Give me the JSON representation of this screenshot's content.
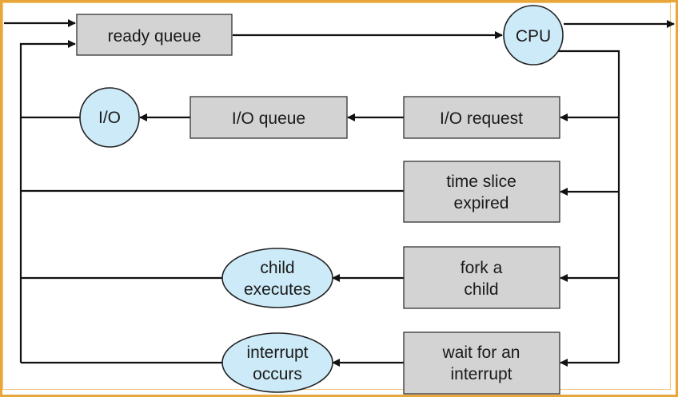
{
  "diagram": {
    "ready_queue": "ready queue",
    "cpu": "CPU",
    "io": "I/O",
    "io_queue": "I/O queue",
    "io_request": "I/O request",
    "time_slice": [
      "time slice",
      "expired"
    ],
    "fork_child": [
      "fork a",
      "child"
    ],
    "child_executes": [
      "child",
      "executes"
    ],
    "wait_interrupt": [
      "wait for an",
      "interrupt"
    ],
    "interrupt_occurs": [
      "interrupt",
      "occurs"
    ]
  },
  "colors": {
    "frame_border": "#e8a63a",
    "box_fill": "#d3d3d3",
    "ellipse_fill": "#cdeaf8",
    "line": "#111111"
  }
}
